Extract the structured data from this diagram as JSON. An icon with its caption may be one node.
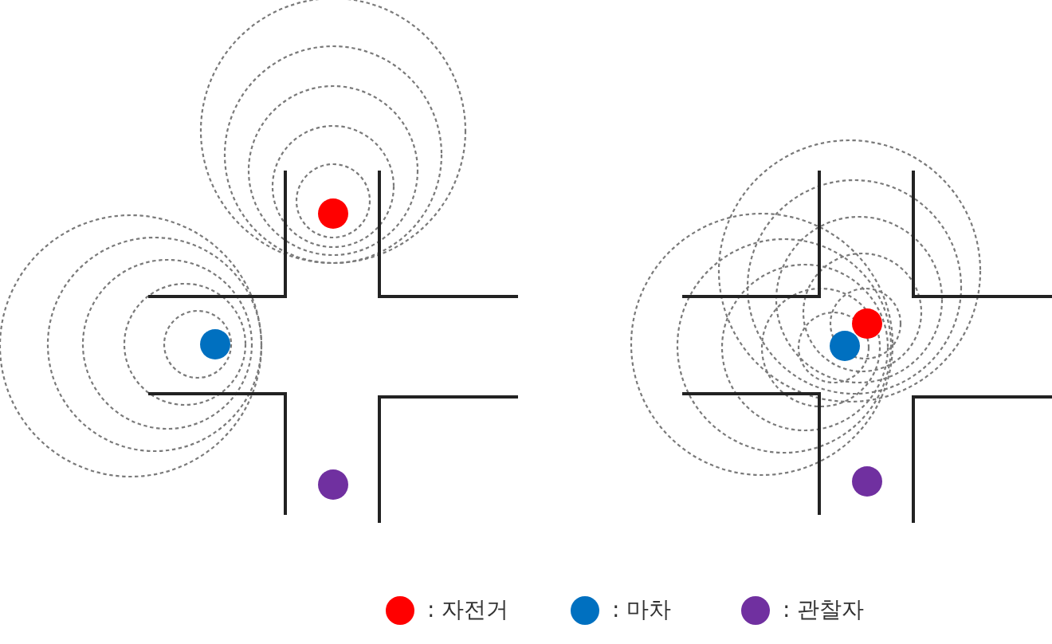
{
  "diagram": {
    "legend": [
      {
        "text": ": 자전거",
        "color": "#ff0000"
      },
      {
        "text": ": 마차",
        "color": "#0070c0"
      },
      {
        "text": ": 관찰자",
        "color": "#7030a0"
      }
    ]
  }
}
